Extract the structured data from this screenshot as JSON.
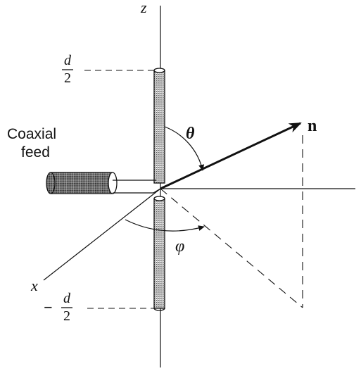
{
  "labels": {
    "z_axis": "z",
    "x_axis": "x",
    "theta": "θ",
    "phi": "φ",
    "n_vector": "n",
    "feed_line1": "Coaxial",
    "feed_line2": "feed",
    "top_num": "d",
    "top_den": "2",
    "bottom_sign": "−",
    "bottom_num": "d",
    "bottom_den": "2"
  },
  "colors": {
    "ink": "#111111",
    "stipple": "#9a9a9a"
  }
}
